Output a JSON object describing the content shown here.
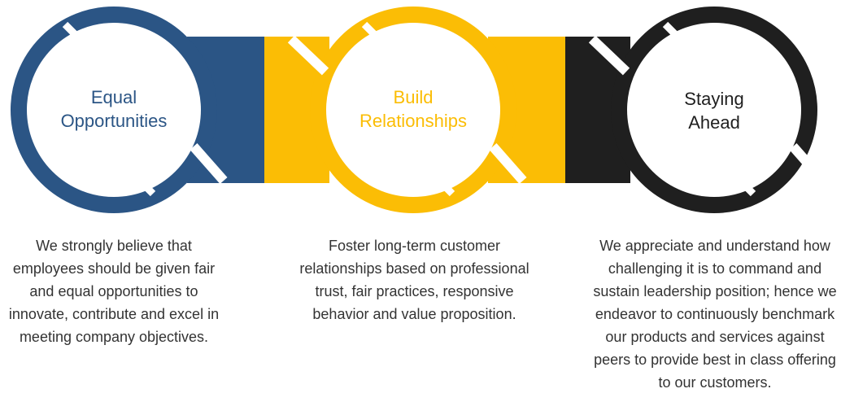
{
  "colors": {
    "blue": "#2b5585",
    "yellow": "#fbbd05",
    "black": "#1f1f1f",
    "white": "#ffffff",
    "text": "#333333"
  },
  "items": [
    {
      "title_line1": "Equal",
      "title_line2": "Opportunities",
      "description": "We strongly believe that employees should be given fair and equal opportunities to innovate, contribute and excel in meeting company objectives."
    },
    {
      "title_line1": "Build",
      "title_line2": "Relationships",
      "description": "Foster long-term customer relationships based on professional trust, fair practices, responsive behavior and value proposition."
    },
    {
      "title_line1": "Staying",
      "title_line2": "Ahead",
      "description": "We appreciate and understand how challenging it is to command and sustain leadership position; hence we endeavor to continuously benchmark our products and services against peers to provide best in class offering to our customers."
    }
  ]
}
